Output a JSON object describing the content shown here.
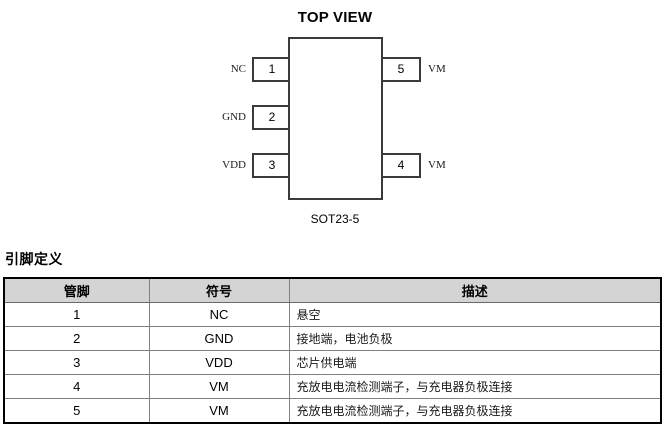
{
  "figure": {
    "title": "TOP VIEW",
    "package_name": "SOT23-5",
    "pins": [
      {
        "number": "1",
        "label": "NC",
        "side": "left"
      },
      {
        "number": "2",
        "label": "GND",
        "side": "left"
      },
      {
        "number": "3",
        "label": "VDD",
        "side": "left"
      },
      {
        "number": "4",
        "label": "VM",
        "side": "right"
      },
      {
        "number": "5",
        "label": "VM",
        "side": "right"
      }
    ]
  },
  "section": {
    "heading": "引脚定义"
  },
  "table": {
    "headers": [
      "管脚",
      "符号",
      "描述"
    ],
    "rows": [
      {
        "pin": "1",
        "symbol": "NC",
        "description": "悬空"
      },
      {
        "pin": "2",
        "symbol": "GND",
        "description": "接地端，电池负极"
      },
      {
        "pin": "3",
        "symbol": "VDD",
        "description": "芯片供电端"
      },
      {
        "pin": "4",
        "symbol": "VM",
        "description": "充放电电流检测端子，与充电器负极连接"
      },
      {
        "pin": "5",
        "symbol": "VM",
        "description": "充放电电流检测端子，与充电器负极连接"
      }
    ]
  },
  "colors": {
    "header_fill": "#d4d4d4",
    "line": "#3a3a3a",
    "table_border": "#808080",
    "text": "#000000"
  }
}
